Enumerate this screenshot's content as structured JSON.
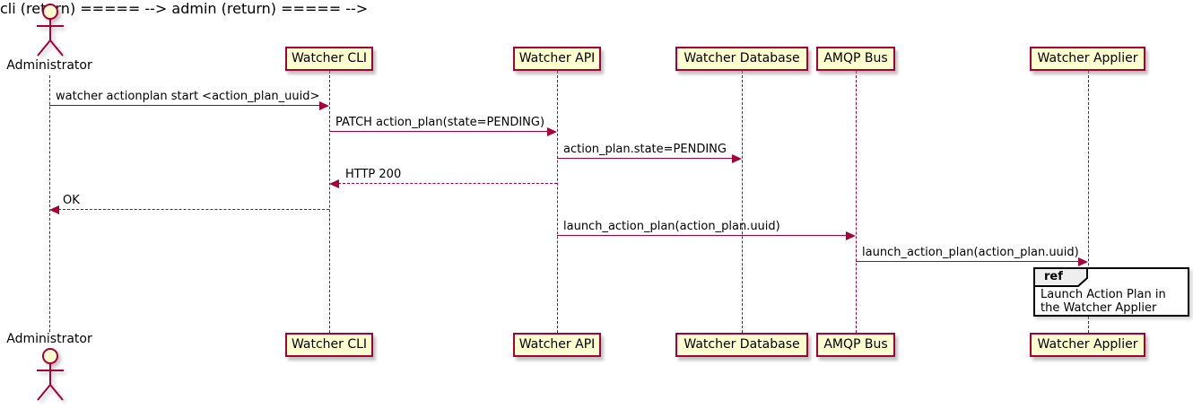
{
  "diagram": {
    "type": "sequence",
    "actor": {
      "label": "Administrator"
    },
    "participants": [
      {
        "name": "Watcher CLI"
      },
      {
        "name": "Watcher API"
      },
      {
        "name": "Watcher Database"
      },
      {
        "name": "AMQP Bus"
      },
      {
        "name": "Watcher Applier"
      }
    ],
    "messages": [
      {
        "from": "Administrator",
        "to": "Watcher CLI",
        "text": "watcher actionplan start <action_plan_uuid>",
        "style": "solid"
      },
      {
        "from": "Watcher CLI",
        "to": "Watcher API",
        "text": "PATCH action_plan(state=PENDING)",
        "style": "solid"
      },
      {
        "from": "Watcher API",
        "to": "Watcher Database",
        "text": "action_plan.state=PENDING",
        "style": "solid"
      },
      {
        "from": "Watcher API",
        "to": "Watcher CLI",
        "text": "HTTP 200",
        "style": "dashed-return"
      },
      {
        "from": "Watcher CLI",
        "to": "Administrator",
        "text": "OK",
        "style": "dashed-return"
      },
      {
        "from": "Watcher API",
        "to": "AMQP Bus",
        "text": "launch_action_plan(action_plan.uuid)",
        "style": "solid"
      },
      {
        "from": "AMQP Bus",
        "to": "Watcher Applier",
        "text": "launch_action_plan(action_plan.uuid)",
        "style": "solid"
      }
    ],
    "ref": {
      "keyword": "ref",
      "text": "Launch Action Plan in the Watcher Applier",
      "over": "Watcher Applier"
    },
    "colors": {
      "participant_fill": "#FEFECE",
      "border": "#A80036",
      "arrow": "#A80036",
      "lifeline": "#A80036",
      "ref_border": "#000000",
      "ref_header_fill": "#EEEEEE",
      "text": "#000000",
      "background": "#FFFFFF"
    }
  }
}
